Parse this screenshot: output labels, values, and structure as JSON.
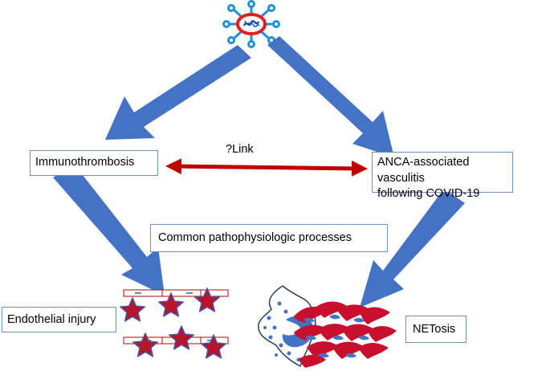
{
  "labels": {
    "immunothrombosis": "Immunothrombosis",
    "link": "?Link",
    "anca_line1": "ANCA-associated vasculitis",
    "anca_line2": "following COVID-19",
    "common": "Common pathophysiologic processes",
    "endothelial": "Endothelial injury",
    "netosis": "NETosis"
  },
  "icons": {
    "virus": "sars-cov-2-virus-icon",
    "endothelium": "damaged-endothelium-icon",
    "neutrophil": "neutrophil-extracellular-trap-icon"
  },
  "colors": {
    "blue_arrow": "#4472c4",
    "red_arrow": "#c00000",
    "box_border": "#6f8fc4",
    "virus_ring": "#e02020",
    "virus_spike": "#1f8fd6",
    "star_fill": "#b8142a",
    "star_stroke": "#4455aa",
    "trap_red": "#c8102e"
  }
}
